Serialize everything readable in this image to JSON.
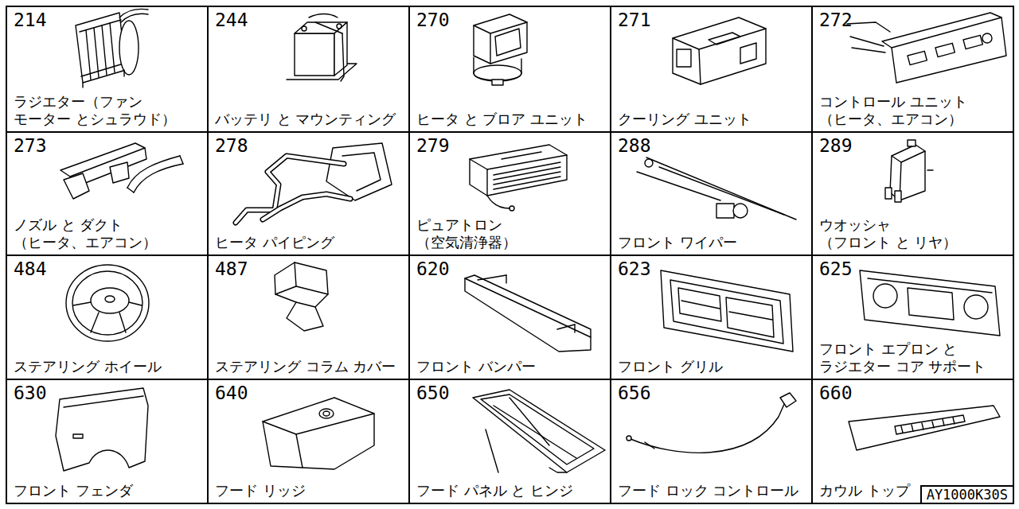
{
  "diagram": {
    "nodes": [
      {
        "text": [
          "214",
          "ラジエター（ファン モーター とシュラウド）"
        ]
      },
      {
        "text": [
          "244",
          "バッテリ と マウンティング"
        ]
      },
      {
        "text": [
          "270",
          "ヒータ と ブロア ユニット"
        ]
      },
      {
        "text": [
          "271",
          "クーリング ユニット"
        ]
      },
      {
        "text": [
          "272",
          "コントロール ユニット （ヒータ、エアコン）"
        ]
      },
      {
        "text": [
          "273",
          "ノズル と ダクト （ヒータ、エアコン）"
        ]
      },
      {
        "text": [
          "278",
          "ヒータ パイピング"
        ]
      },
      {
        "text": [
          "279",
          "ピュアトロン （空気清浄器）"
        ]
      },
      {
        "text": [
          "288",
          "フロント ワイパー"
        ]
      },
      {
        "text": [
          "289",
          "ウオッシャ （フロント と リヤ）"
        ]
      },
      {
        "text": [
          "484",
          "ステアリング ホイール"
        ]
      },
      {
        "text": [
          "487",
          "ステアリング コラム カバー"
        ]
      },
      {
        "text": [
          "620",
          "フロント バンパー"
        ]
      },
      {
        "text": [
          "623",
          "フロント グリル"
        ]
      },
      {
        "text": [
          "625",
          "フロント エプロン と ラジエター コア サポート"
        ]
      },
      {
        "text": [
          "630",
          "フロント フェンダ"
        ]
      },
      {
        "text": [
          "640",
          "フード リッジ"
        ]
      },
      {
        "text": [
          "650",
          "フード パネル と ヒンジ"
        ]
      },
      {
        "text": [
          "656",
          "フード ロック コントロール"
        ]
      },
      {
        "text": [
          "660",
          "カウル トップ"
        ]
      },
      {
        "text": [
          "AY1000K30S"
        ],
        "in": 19
      }
    ]
  }
}
